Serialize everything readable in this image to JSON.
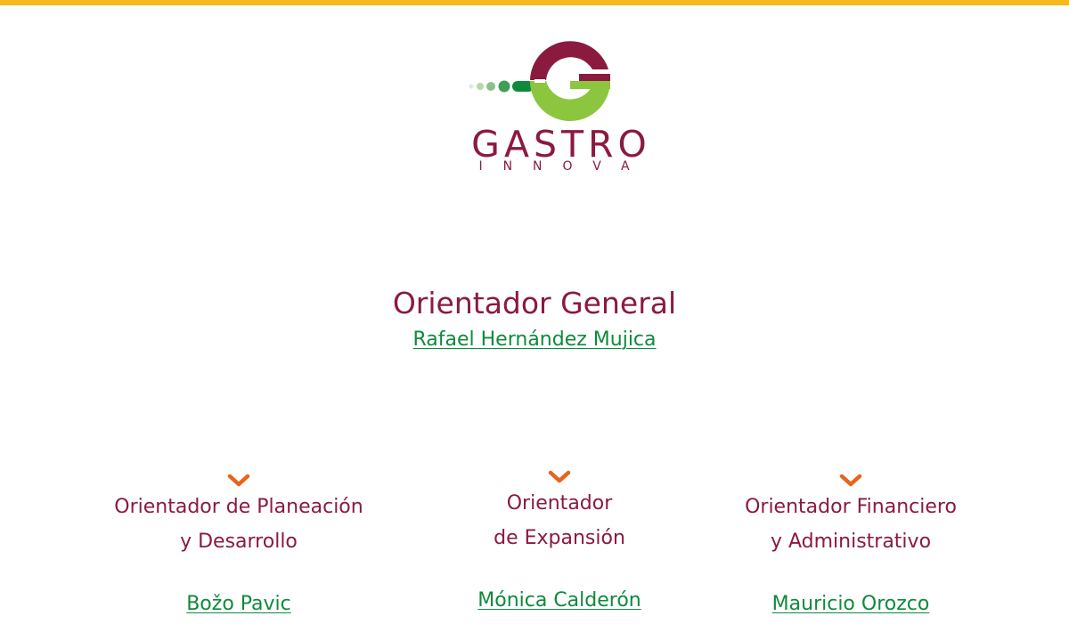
{
  "brand": {
    "name": "GASTRO",
    "tagline": "INNOVA",
    "colors": {
      "burgundy": "#8b1a3f",
      "green": "#0e8a3c",
      "light_green": "#8cc63f",
      "orange": "#e8641b",
      "yellow": "#f5b91b"
    }
  },
  "general": {
    "title": "Orientador General",
    "name": "Rafael Hernández Mujica"
  },
  "columns": [
    {
      "icon": "chevron-down-icon",
      "title_line1": "Orientador de Planeación",
      "title_line2": "y Desarrollo",
      "name": "Božo Pavic"
    },
    {
      "icon": "chevron-down-icon",
      "title_line1": "Orientador",
      "title_line2": "de Expansión",
      "name": "Mónica Calderón"
    },
    {
      "icon": "chevron-down-icon",
      "title_line1": "Orientador Financiero",
      "title_line2": "y Administrativo",
      "name": "Mauricio Orozco"
    }
  ]
}
